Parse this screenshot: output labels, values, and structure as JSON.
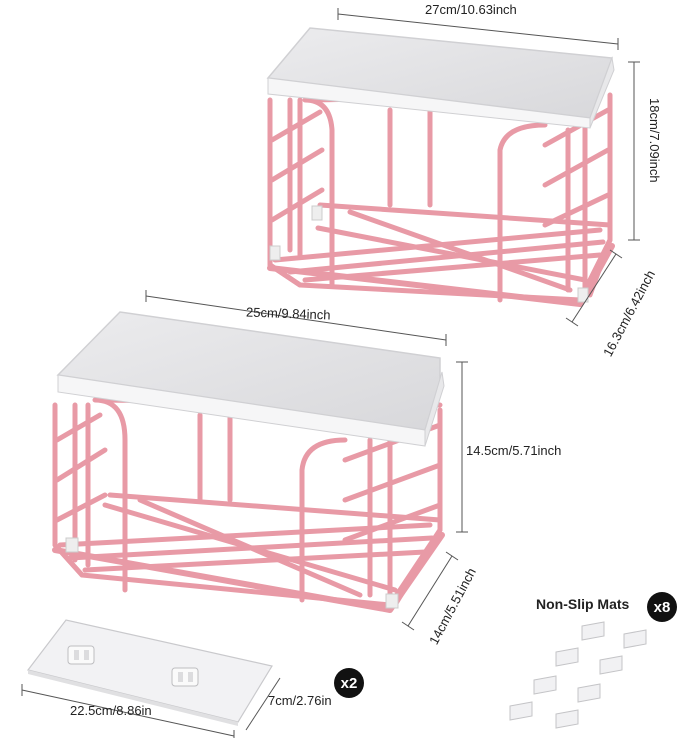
{
  "colors": {
    "rack": "#e89aa6",
    "rack_shade": "#d98290",
    "lid": "#e4e4e6",
    "lid_edge": "#cfcfd2",
    "pad": "#f0f0f2",
    "badge": "#111111"
  },
  "top_rack": {
    "width_label": "27cm/10.63inch",
    "height_label": "18cm/7.09inch",
    "depth_label": "16.3cm/6.42inch"
  },
  "bottom_rack": {
    "width_label": "25cm/9.84inch",
    "height_label": "14.5cm/5.71inch",
    "depth_label": "14cm/5.51inch"
  },
  "adhesive_pad": {
    "width_label": "22.5cm/8.86in",
    "depth_label": "7cm/2.76in",
    "quantity_label": "x2"
  },
  "mats": {
    "title": "Non-Slip Mats",
    "quantity_label": "x8",
    "count": 8
  }
}
